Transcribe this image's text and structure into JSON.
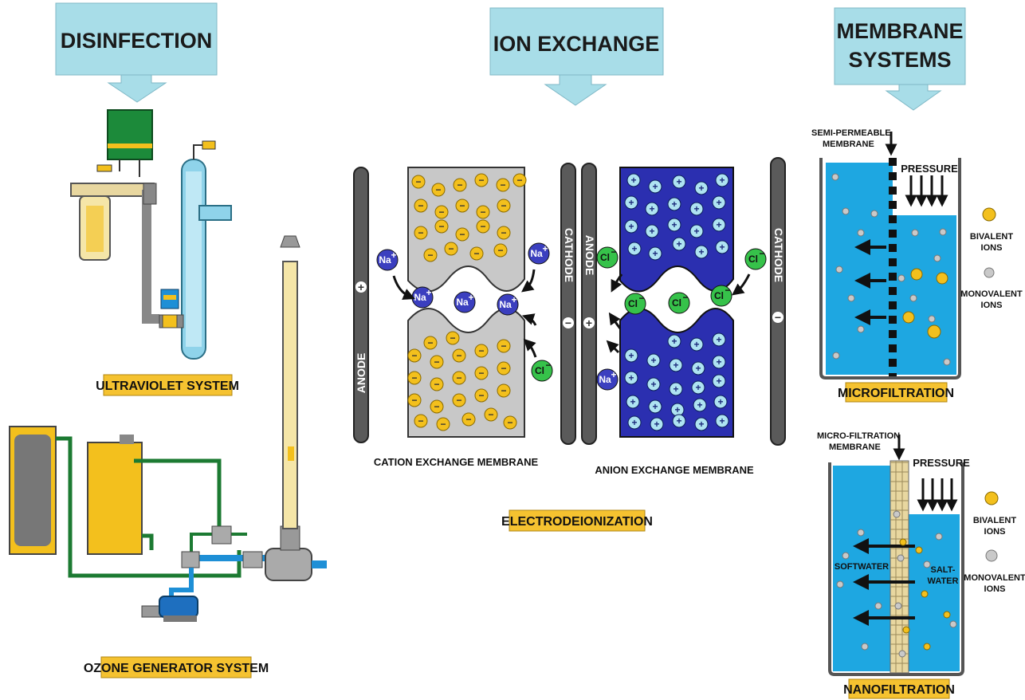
{
  "headers": {
    "disinfection": "DISINFECTION",
    "ion_exchange": "ION EXCHANGE",
    "membrane_line1": "MEMBRANE",
    "membrane_line2": "SYSTEMS"
  },
  "labels": {
    "ultraviolet": "ULTRAVIOLET SYSTEM",
    "ozone": "OZONE GENERATOR SYSTEM",
    "electrodeionization": "ELECTRODEIONIZATION",
    "microfiltration": "MICROFILTRATION",
    "nanofiltration": "NANOFILTRATION",
    "cation_membrane": "CATION EXCHANGE MEMBRANE",
    "anion_membrane": "ANION EXCHANGE MEMBRANE"
  },
  "electrodes": {
    "anode": "ANODE",
    "cathode": "CATHODE",
    "plus": "+",
    "minus": "−"
  },
  "ions": {
    "na": "Na",
    "cl": "Cl",
    "pos_sup": "+",
    "neg_sup": "−",
    "pos_sign": "+",
    "neg_sign": "−"
  },
  "membrane_panel": {
    "semi_line1": "SEMI-PERMEABLE",
    "semi_line2": "MEMBRANE",
    "micro_line1": "MICRO-FILTRATION",
    "micro_line2": "MEMBRANE",
    "pressure": "PRESSURE",
    "bivalent_line1": "BIVALENT",
    "bivalent_line2": "IONS",
    "monovalent_line1": "MONOVALENT",
    "monovalent_line2": "IONS",
    "softwater": "SOFTWATER",
    "salt_line1": "SALT-",
    "salt_line2": "WATER"
  },
  "colors": {
    "header_box": "#a8dde8",
    "label_tag": "#f5c230",
    "water": "#1ea7e1",
    "membrane_gray": "#c8c8c8",
    "anion_blue": "#2b2fb0",
    "sodium_ion": "#3b3fbf",
    "chloride_ion": "#36c24a",
    "bivalent_ion": "#f3c01d",
    "monovalent_ion": "#c9c9c9"
  }
}
